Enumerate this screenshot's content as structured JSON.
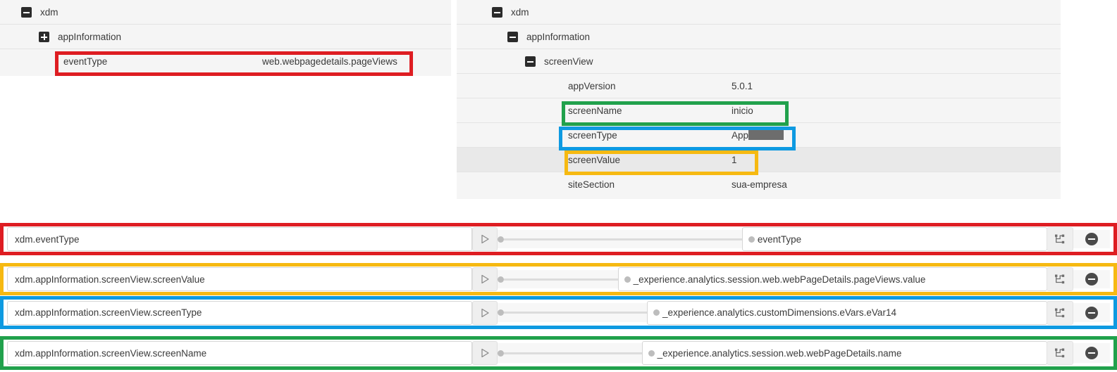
{
  "left_tree": {
    "rows": [
      {
        "label": "xdm",
        "value": "",
        "indent": 30,
        "toggle": "minus",
        "alt": false
      },
      {
        "label": "appInformation",
        "value": "",
        "indent": 55,
        "toggle": "plus",
        "alt": false
      },
      {
        "label": "eventType",
        "value": "web.webpagedetails.pageViews",
        "indent": 90,
        "toggle": "none",
        "alt": false
      }
    ]
  },
  "right_tree": {
    "rows": [
      {
        "label": "xdm",
        "value": "",
        "indent": 50,
        "toggle": "minus",
        "alt": false
      },
      {
        "label": "appInformation",
        "value": "",
        "indent": 72,
        "toggle": "minus",
        "alt": false
      },
      {
        "label": "screenView",
        "value": "",
        "indent": 97,
        "toggle": "minus",
        "alt": false
      },
      {
        "label": "appVersion",
        "value": "5.0.1",
        "indent": 158,
        "toggle": "none",
        "alt": false
      },
      {
        "label": "screenName",
        "value": "inicio",
        "indent": 158,
        "toggle": "none",
        "alt": false
      },
      {
        "label": "screenType",
        "value": "App",
        "redacted": true,
        "indent": 158,
        "toggle": "none",
        "alt": false
      },
      {
        "label": "screenValue",
        "value": "1",
        "indent": 158,
        "toggle": "none",
        "alt": true
      },
      {
        "label": "siteSection",
        "value": "sua-empresa",
        "indent": 158,
        "toggle": "none",
        "alt": false
      }
    ]
  },
  "mappings": {
    "rows": [
      {
        "source": "xdm.eventType",
        "target": "eventType",
        "color_name": "red",
        "arrow_icon": "play-outline-icon",
        "tree_icon": "hierarchy-icon",
        "remove_icon": "minus-circle-icon"
      },
      {
        "source": "xdm.appInformation.screenView.screenValue",
        "target": "_experience.analytics.session.web.webPageDetails.pageViews.value",
        "color_name": "yellow",
        "arrow_icon": "play-outline-icon",
        "tree_icon": "hierarchy-icon",
        "remove_icon": "minus-circle-icon"
      },
      {
        "source": "xdm.appInformation.screenView.screenType",
        "target": "_experience.analytics.customDimensions.eVars.eVar14",
        "color_name": "blue",
        "arrow_icon": "play-outline-icon",
        "tree_icon": "hierarchy-icon",
        "remove_icon": "minus-circle-icon"
      },
      {
        "source": "xdm.appInformation.screenView.screenName",
        "target": "_experience.analytics.session.web.webPageDetails.name",
        "color_name": "green",
        "arrow_icon": "play-outline-icon",
        "tree_icon": "hierarchy-icon",
        "remove_icon": "minus-circle-icon"
      }
    ]
  },
  "highlight_colors": {
    "red": "#de1d22",
    "yellow": "#f6b912",
    "blue": "#0e9ae1",
    "green": "#21a14c"
  }
}
